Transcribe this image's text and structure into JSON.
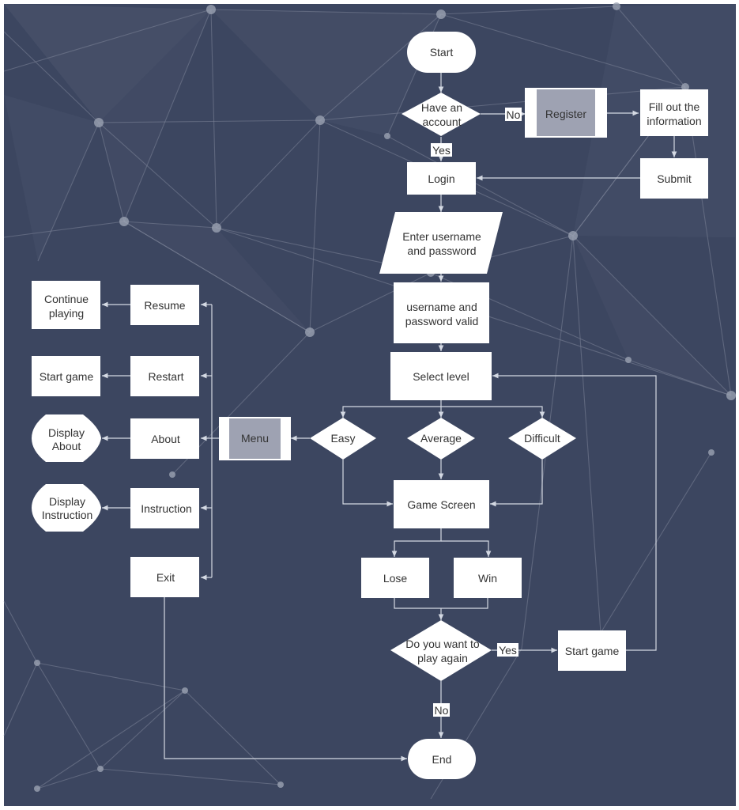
{
  "colors": {
    "background": "#3c4660",
    "node_fill": "#ffffff",
    "subprocess_fill": "#9ea2b2",
    "connector": "#d4d9e3",
    "text": "#333333"
  },
  "nodes": {
    "start": "Start",
    "have_account": [
      "Have an",
      "account"
    ],
    "register": "Register",
    "fill_info": [
      "Fill out the",
      "information"
    ],
    "submit": "Submit",
    "login": "Login",
    "enter_credentials": [
      "Enter username",
      "and password"
    ],
    "credentials_valid": [
      "username and",
      "password valid"
    ],
    "select_level": "Select level",
    "easy": "Easy",
    "average": "Average",
    "difficult": "Difficult",
    "menu": "Menu",
    "game_screen": "Game Screen",
    "lose": "Lose",
    "win": "Win",
    "play_again": [
      "Do you want to",
      "play again"
    ],
    "start_game_right": "Start game",
    "end": "End",
    "resume": "Resume",
    "continue_playing": [
      "Continue",
      "playing"
    ],
    "restart": "Restart",
    "start_game_left": "Start game",
    "about": "About",
    "display_about": [
      "Display",
      "About"
    ],
    "instruction": "Instruction",
    "display_instruction": [
      "Display",
      "Instruction"
    ],
    "exit": "Exit"
  },
  "edge_labels": {
    "no_register": "No",
    "yes_login": "Yes",
    "yes_start_game": "Yes",
    "no_end": "No"
  }
}
